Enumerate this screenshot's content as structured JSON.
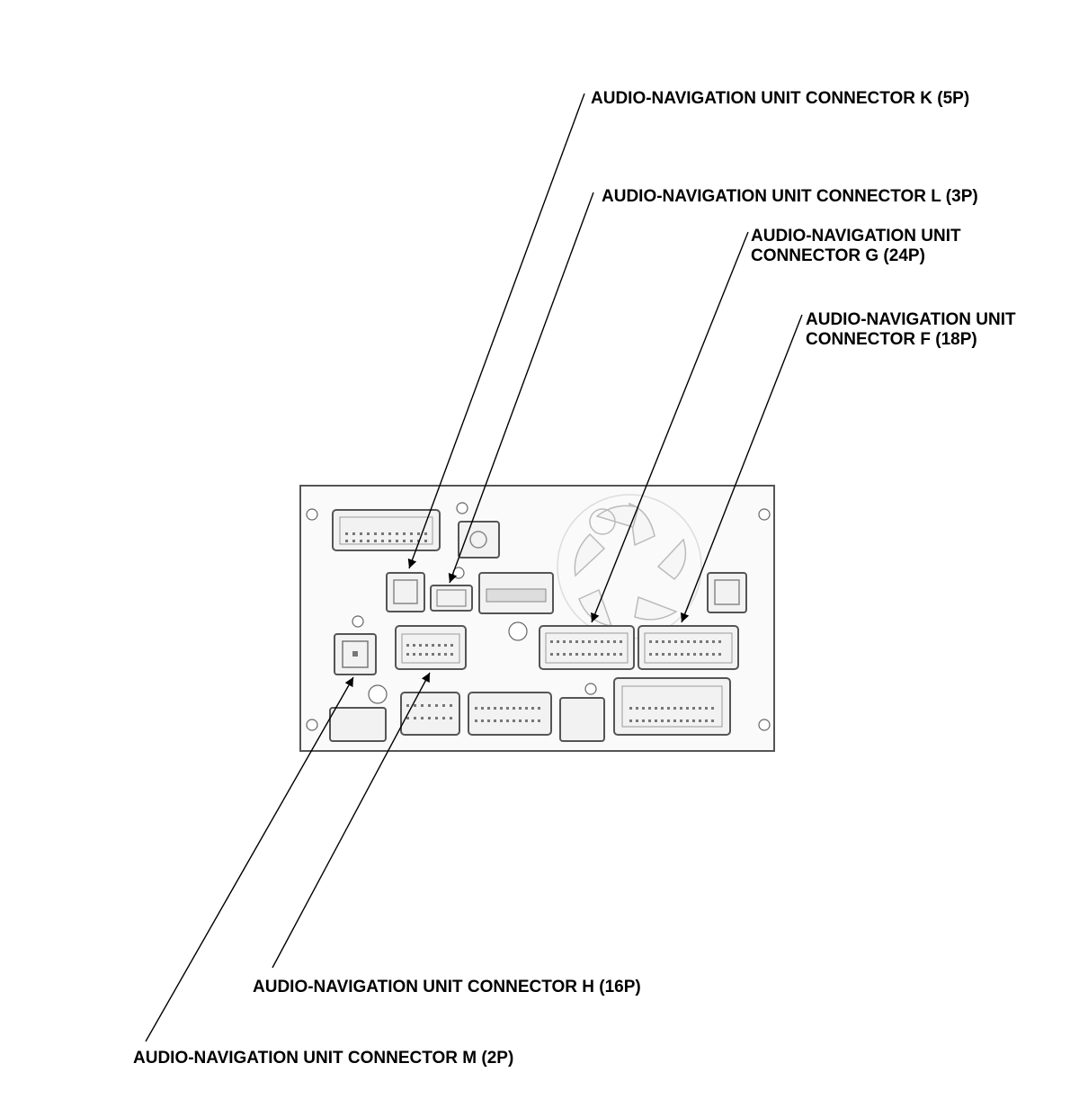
{
  "labels": {
    "k": "AUDIO-NAVIGATION UNIT CONNECTOR K (5P)",
    "l": "AUDIO-NAVIGATION UNIT CONNECTOR L (3P)",
    "g_line1": "AUDIO-NAVIGATION UNIT",
    "g_line2": "CONNECTOR G (24P)",
    "f_line1": "AUDIO-NAVIGATION UNIT",
    "f_line2": "CONNECTOR F (18P)",
    "h": "AUDIO-NAVIGATION UNIT CONNECTOR H (16P)",
    "m": "AUDIO-NAVIGATION UNIT CONNECTOR M (2P)"
  },
  "colors": {
    "ink": "#000000",
    "outline": "#555555",
    "fill": "#f2f2f2",
    "fan": "#cccccc"
  }
}
